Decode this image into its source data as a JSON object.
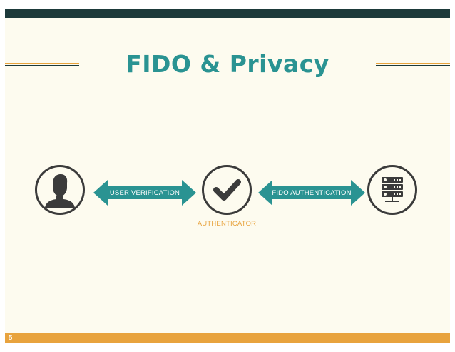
{
  "slide": {
    "title": "FIDO & Privacy",
    "page_number": "5"
  },
  "diagram": {
    "nodes": [
      {
        "id": "user",
        "icon": "person-icon"
      },
      {
        "id": "authenticator",
        "icon": "checkmark-icon",
        "label": "AUTHENTICATOR"
      },
      {
        "id": "server",
        "icon": "server-icon"
      }
    ],
    "edges": [
      {
        "from": "user",
        "to": "authenticator",
        "label": "USER VERIFICATION",
        "direction": "bidirectional"
      },
      {
        "from": "authenticator",
        "to": "server",
        "label": "FIDO AUTHENTICATION",
        "direction": "bidirectional"
      }
    ]
  },
  "colors": {
    "background": "#fdfbef",
    "top_bar": "#1d3a3a",
    "bottom_bar": "#e8a33d",
    "title": "#2a9392",
    "arrow": "#2a9392",
    "icon": "#3b3b3b",
    "accent_label": "#e8a33d"
  }
}
